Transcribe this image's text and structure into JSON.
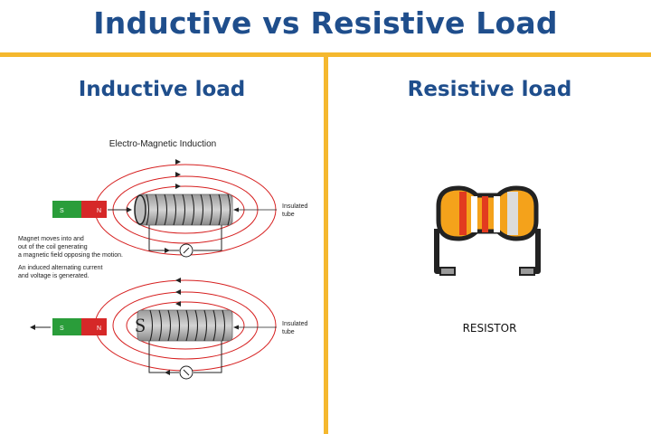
{
  "title": "Inductive vs Resistive Load",
  "left": {
    "heading": "Inductive load",
    "diagram": {
      "title": "Electro-Magnetic Induction",
      "note1": [
        "Magnet moves into and",
        "out of the coil generating",
        "a magnetic field opposing the motion."
      ],
      "note2": [
        "An induced alternating current",
        "and voltage is generated."
      ],
      "tube_label": [
        "Insulated",
        "tube"
      ],
      "magnet_pole_s": "S",
      "magnet_pole_n": "N"
    }
  },
  "right": {
    "heading": "Resistive load",
    "caption": "RESISTOR"
  },
  "colors": {
    "accent": "#f5b82e",
    "heading": "#1f4e8c",
    "field_lines": "#d62020",
    "magnet_green": "#2a9d3a",
    "magnet_red": "#d62828",
    "resistor_body": "#f4a21b"
  }
}
